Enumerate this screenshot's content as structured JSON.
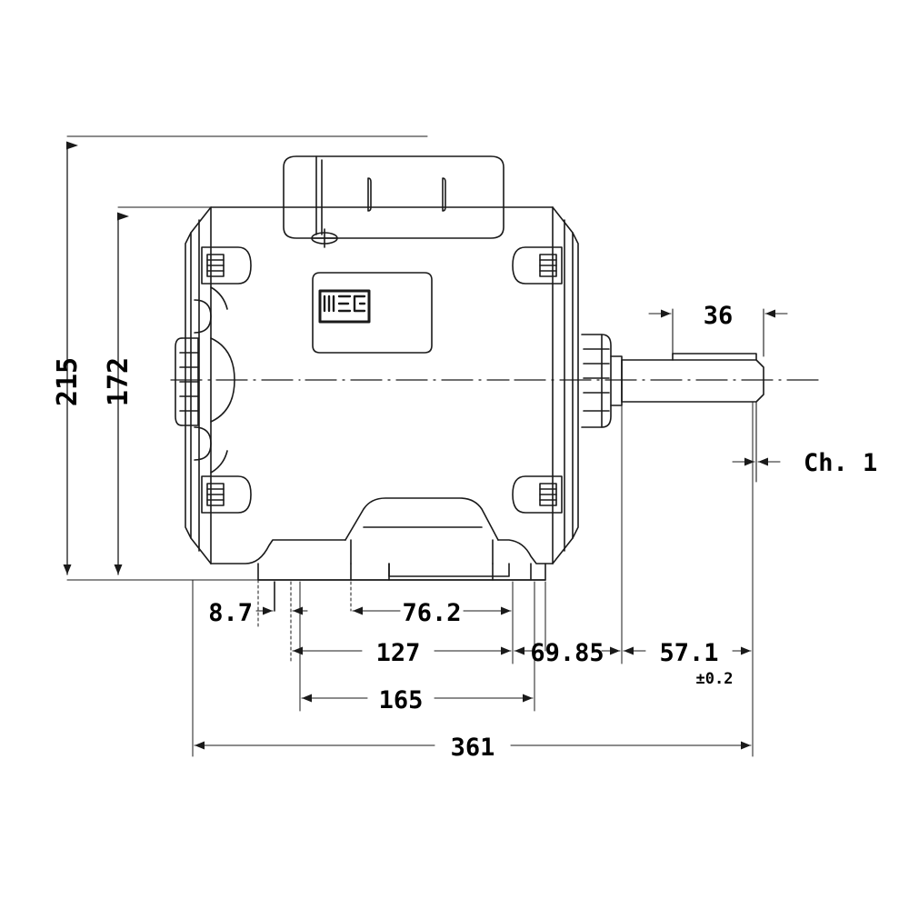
{
  "drawing": {
    "title": "WEG electric motor outline dimension drawing",
    "type": "technical-dimension-drawing",
    "units": "mm",
    "line_color": "#1a1a1a",
    "background_color": "#ffffff",
    "nameplate_brand": "WEG"
  },
  "dimensions": {
    "height_overall": {
      "label": "215",
      "orientation": "vertical",
      "description": "overall height from base to top of frame"
    },
    "shaft_center_height": {
      "label": "172",
      "orientation": "vertical",
      "description": "shaft centre height above base"
    },
    "shaft_keyway_length": {
      "label": "36",
      "orientation": "horizontal",
      "description": "keyway length on shaft"
    },
    "shaft_chamfer": {
      "label": "Ch. 1",
      "orientation": "horizontal",
      "description": "shaft end chamfer callout"
    },
    "foot_hole_width": {
      "label": "8.7",
      "orientation": "horizontal",
      "description": "mounting foot hole diameter / slot width"
    },
    "foot_pitch_short": {
      "label": "76.2",
      "orientation": "horizontal",
      "description": "foot hole spacing"
    },
    "foot_pitch_long": {
      "label": "127",
      "orientation": "horizontal",
      "description": "foot hole spacing"
    },
    "rear_to_foot": {
      "label": "69.85",
      "orientation": "horizontal",
      "description": "distance from last foot hole to frame face"
    },
    "shaft_extension": {
      "label": "57.1",
      "tolerance": "±0.2",
      "orientation": "horizontal",
      "description": "shaft extension length with tolerance"
    },
    "foot_overall": {
      "label": "165",
      "orientation": "horizontal",
      "description": "overall foot hole span"
    },
    "length_overall": {
      "label": "361",
      "orientation": "horizontal",
      "description": "overall motor length including shaft"
    }
  },
  "chart_data": {
    "type": "table",
    "title": "WEG motor dimensions (mm)",
    "categories": [
      "215",
      "172",
      "36",
      "Ch. 1",
      "8.7",
      "76.2",
      "127",
      "69.85",
      "57.1 ±0.2",
      "165",
      "361"
    ],
    "values": [
      215,
      172,
      36,
      1,
      8.7,
      76.2,
      127,
      69.85,
      57.1,
      165,
      361
    ]
  }
}
